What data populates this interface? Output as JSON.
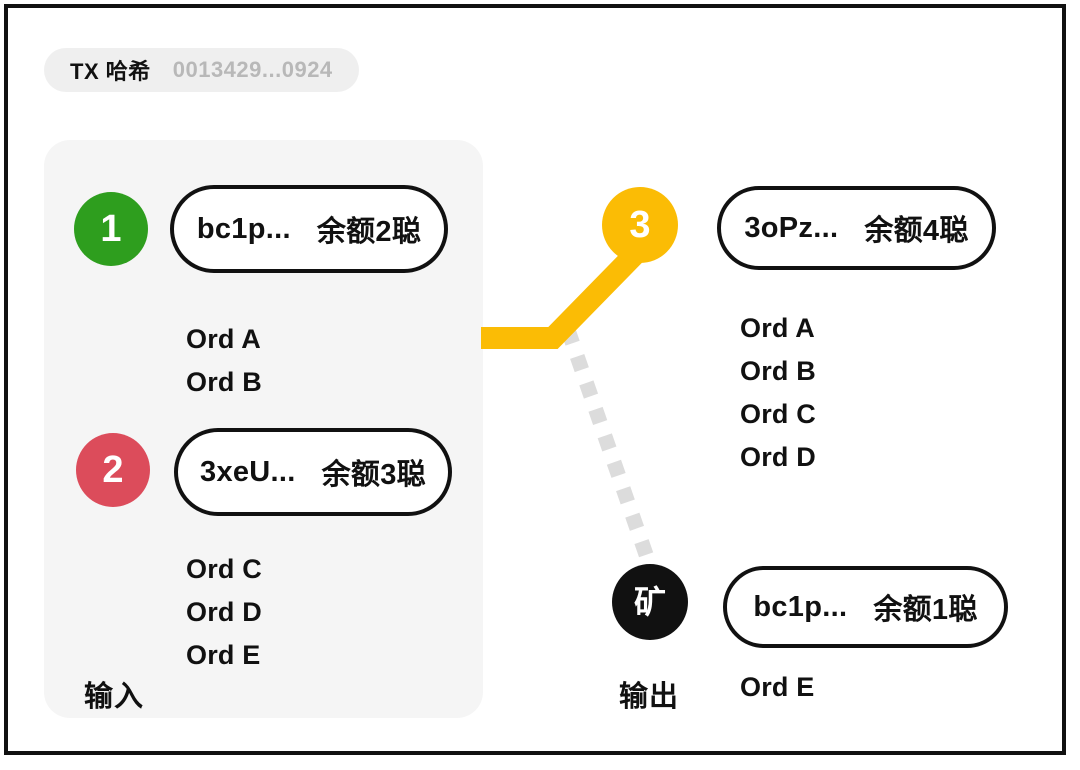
{
  "frame": {
    "border_color": "#111111",
    "background": "#ffffff"
  },
  "tx": {
    "label": "TX 哈希",
    "value": "0013429...0924",
    "pill_background": "#efefef",
    "value_color": "#b8b8b8"
  },
  "input_section": {
    "caption": "输入",
    "card_background": "#f5f5f5",
    "entries": [
      {
        "badge": "1",
        "badge_color": "#2e9e1e",
        "address": "bc1p...",
        "amount": "余额2聪",
        "ordinals": [
          "Ord A",
          "Ord B"
        ]
      },
      {
        "badge": "2",
        "badge_color": "#dc4c5b",
        "address": "3xeU...",
        "amount": "余额3聪",
        "ordinals": [
          "Ord C",
          "Ord D",
          "Ord E"
        ]
      }
    ]
  },
  "output_section": {
    "caption": "输出",
    "entries": [
      {
        "badge": "3",
        "badge_color": "#fbbc05",
        "address": "3oPz...",
        "amount": "余额4聪",
        "ordinals": [
          "Ord A",
          "Ord B",
          "Ord C",
          "Ord D"
        ]
      },
      {
        "badge": "矿",
        "badge_color": "#111111",
        "address": "bc1p...",
        "amount": "余额1聪",
        "ordinals": [
          "Ord E"
        ]
      }
    ]
  },
  "connectors": [
    {
      "name": "input-to-output-3",
      "style": "solid",
      "color": "#fbbc05",
      "from": "input-card",
      "to": "badge-3"
    },
    {
      "name": "input-to-miner",
      "style": "dashed",
      "color": "#dcdcdc",
      "from": "input-card",
      "to": "badge-miner"
    }
  ]
}
